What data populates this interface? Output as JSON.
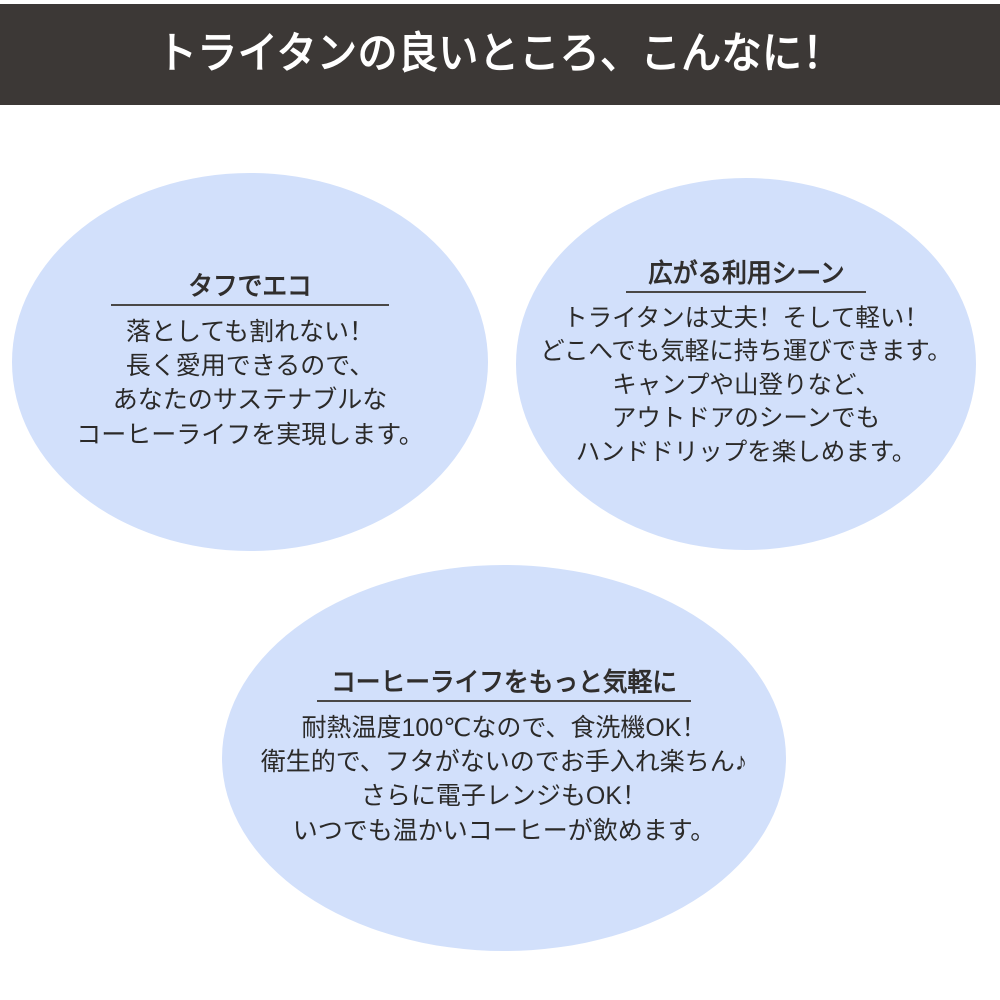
{
  "header": {
    "title": "トライタンの良いところ、こんなに！",
    "background_color": "#3c3836",
    "text_color": "#ffffff"
  },
  "theme": {
    "ellipse_fill": "#d2e0fb",
    "body_text_color": "#2b2a29",
    "heading_text_color": "#302e2d",
    "rule_color": "#4a4846",
    "page_background": "#ffffff"
  },
  "cards": [
    {
      "id": "tough-eco",
      "heading": "タフでエコ",
      "lines": [
        "落としても割れない！",
        "長く愛用できるので、",
        "あなたのサステナブルな",
        "コーヒーライフを実現します。"
      ]
    },
    {
      "id": "use-scenes",
      "heading": "広がる利用シーン",
      "lines": [
        "トライタンは丈夫！そして軽い！",
        "どこへでも気軽に持ち運びできます。",
        "キャンプや山登りなど、",
        "アウトドアのシーンでも",
        "ハンドドリップを楽しめます。"
      ]
    },
    {
      "id": "casual-coffee-life",
      "heading": "コーヒーライフをもっと気軽に",
      "lines": [
        "耐熱温度100℃なので、食洗機OK！",
        "衛生的で、フタがないのでお手入れ楽ちん♪",
        "さらに電子レンジもOK！",
        "いつでも温かいコーヒーが飲めます。"
      ]
    }
  ]
}
